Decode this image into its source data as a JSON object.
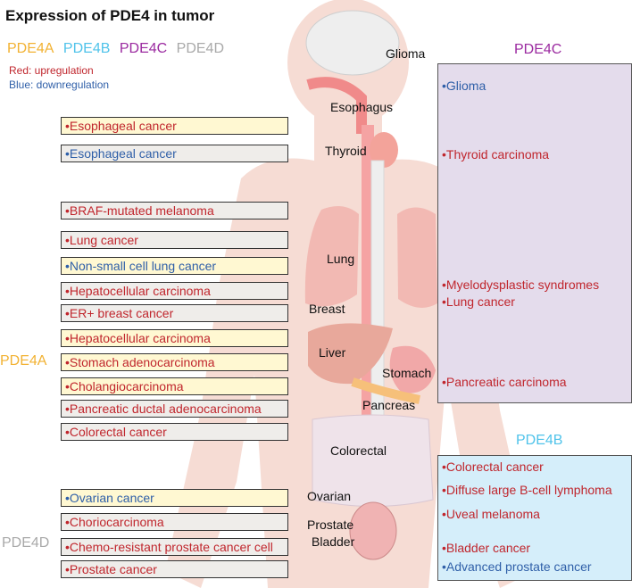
{
  "title": "Expression of PDE4 in tumor",
  "legend": [
    {
      "label": "PDE4A",
      "color": "#f2b233"
    },
    {
      "label": "PDE4B",
      "color": "#4fc3ea"
    },
    {
      "label": "PDE4C",
      "color": "#9b2aa0"
    },
    {
      "label": "PDE4D",
      "color": "#a9a9a9"
    }
  ],
  "notes": {
    "up": "Red: upregulation",
    "down": "Blue: downregulation",
    "up_color": "#c0262d",
    "down_color": "#2f5fa8"
  },
  "side_labels": {
    "pde4a": "PDE4A",
    "pde4d": "PDE4D"
  },
  "organs": [
    "Glioma",
    "Esophagus",
    "Thyroid",
    "Lung",
    "Breast",
    "Liver",
    "Stomach",
    "Pancreas",
    "Colorectal",
    "Ovarian",
    "Prostate",
    "Bladder"
  ],
  "left_boxes": [
    {
      "text": "•Esophageal cancer",
      "reg": "up",
      "fill": "yellow"
    },
    {
      "text": "•Esophageal cancer",
      "reg": "down",
      "fill": "gray"
    },
    {
      "text": "•BRAF-mutated melanoma",
      "reg": "up",
      "fill": "gray"
    },
    {
      "text": "•Lung cancer",
      "reg": "up",
      "fill": "gray"
    },
    {
      "text": "•Non-small cell lung cancer",
      "reg": "down",
      "fill": "yellow"
    },
    {
      "text": "•Hepatocellular carcinoma",
      "reg": "up",
      "fill": "gray"
    },
    {
      "text": "•ER+ breast cancer",
      "reg": "up",
      "fill": "gray"
    },
    {
      "text": "•Hepatocellular carcinoma",
      "reg": "up",
      "fill": "yellow"
    },
    {
      "text": "•Stomach adenocarcinoma",
      "reg": "up",
      "fill": "yellow"
    },
    {
      "text": "•Cholangiocarcinoma",
      "reg": "up",
      "fill": "yellow"
    },
    {
      "text": "•Pancreatic ductal adenocarcinoma",
      "reg": "up",
      "fill": "gray"
    },
    {
      "text": "•Colorectal cancer",
      "reg": "up",
      "fill": "gray"
    },
    {
      "text": "•Ovarian cancer",
      "reg": "down",
      "fill": "yellow"
    },
    {
      "text": "•Choriocarcinoma",
      "reg": "up",
      "fill": "gray"
    },
    {
      "text": "•Chemo-resistant prostate cancer cell",
      "reg": "up",
      "fill": "gray"
    },
    {
      "text": "•Prostate cancer",
      "reg": "up",
      "fill": "gray"
    }
  ],
  "pde4c_panel": {
    "title": "PDE4C",
    "items": [
      {
        "text": "•Glioma",
        "reg": "down"
      },
      {
        "text": "•Thyroid carcinoma",
        "reg": "up"
      },
      {
        "text": "•Myelodysplastic syndromes",
        "reg": "up"
      },
      {
        "text": "•Lung cancer",
        "reg": "up"
      },
      {
        "text": "•Pancreatic carcinoma",
        "reg": "up"
      }
    ]
  },
  "pde4b_panel": {
    "title": "PDE4B",
    "items": [
      {
        "text": "•Colorectal cancer",
        "reg": "up"
      },
      {
        "text": "•Diffuse large B-cell lymphoma",
        "reg": "up"
      },
      {
        "text": "•Uveal melanoma",
        "reg": "up"
      },
      {
        "text": "•Bladder cancer",
        "reg": "up"
      },
      {
        "text": "•Advanced prostate cancer",
        "reg": "down"
      }
    ]
  }
}
